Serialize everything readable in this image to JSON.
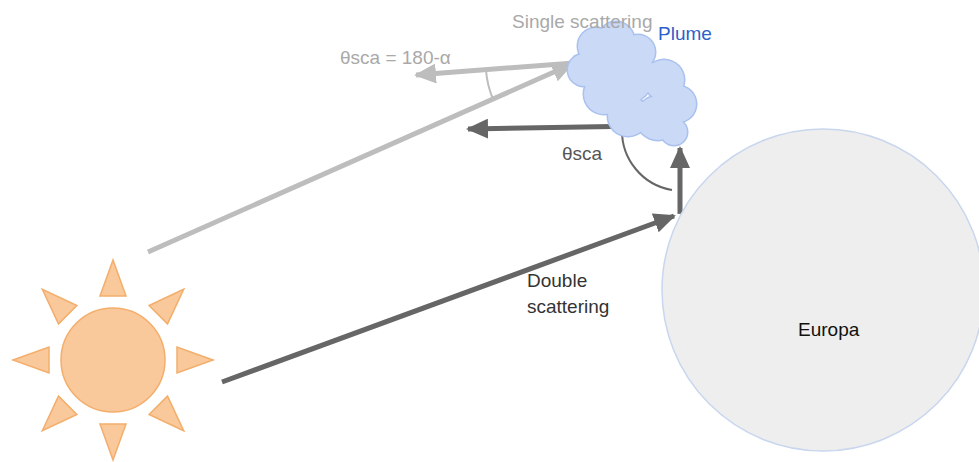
{
  "diagram": {
    "nodes": [
      {
        "text": [
          "Plume"
        ]
      },
      {
        "text": [
          "Europa"
        ]
      }
    ],
    "edges": [
      {
        "from": 1,
        "to": 0,
        "arrow": "to"
      }
    ],
    "labels": [
      "Single scattering",
      "θsca = 180-α",
      "θsca",
      "Double scattering"
    ]
  }
}
